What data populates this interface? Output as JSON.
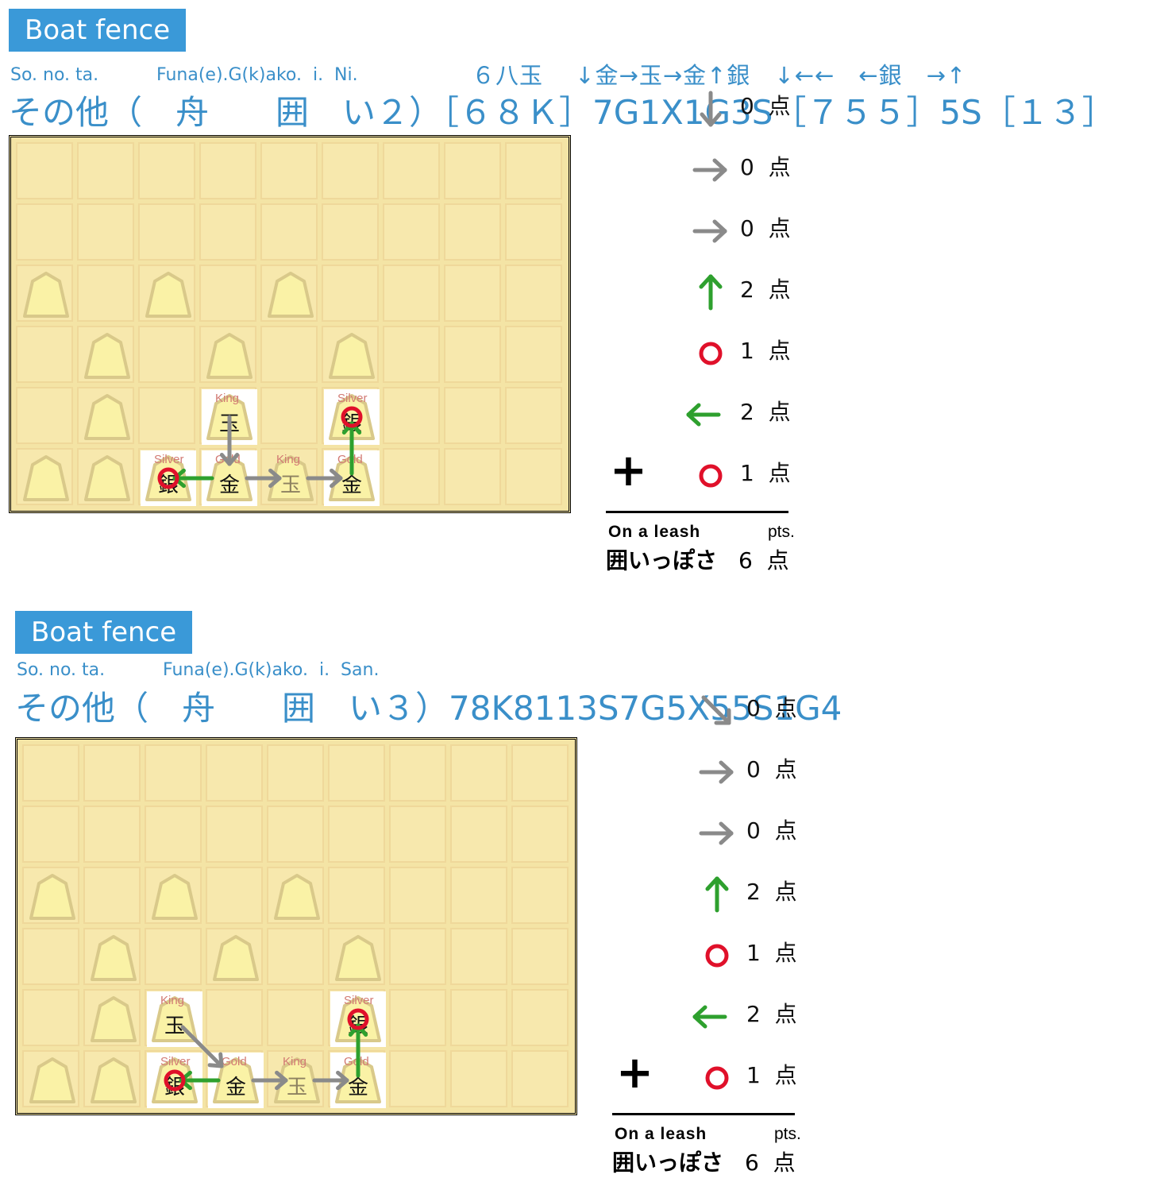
{
  "panels": [
    {
      "tag": "Boat fence",
      "roma1": "So. no. ta.",
      "roma2": "Funa(e).G(k)ako.  i.  Ni.",
      "symbols": "６八玉　 ↓金→玉→金↑銀　↓←←　←銀　→↑",
      "title": "その他（　舟　　囲　い２）［６８Ｋ］7G1X1G3S［７５５］5S［１３］",
      "labels": {
        "king": "King",
        "gold": "Gold",
        "silver": "Silver"
      },
      "kanji": {
        "king": "玉",
        "gold": "金",
        "silver": "銀"
      },
      "scores": [
        {
          "icon": "down-arrow",
          "value": "0",
          "unit": "点"
        },
        {
          "icon": "right-arrow",
          "value": "0",
          "unit": "点"
        },
        {
          "icon": "right-arrow",
          "value": "0",
          "unit": "点"
        },
        {
          "icon": "up-arrow",
          "value": "2",
          "unit": "点"
        },
        {
          "icon": "circle",
          "value": "1",
          "unit": "点"
        },
        {
          "icon": "left-arrow",
          "value": "2",
          "unit": "点"
        },
        {
          "icon": "circle",
          "value": "1",
          "unit": "点"
        }
      ],
      "plus": "+",
      "on_leash": "On a leash",
      "pts": "pts.",
      "total_label": "囲いっぽさ",
      "total_value": "6",
      "total_unit": "点"
    },
    {
      "tag": "Boat fence",
      "roma1": "So. no. ta.",
      "roma2": "Funa(e).G(k)ako.  i.  San.",
      "symbols": "",
      "title": "その他（　舟　　囲　い３）78K8113S7G5X55S1G4",
      "labels": {
        "king": "King",
        "gold": "Gold",
        "silver": "Silver"
      },
      "kanji": {
        "king": "玉",
        "gold": "金",
        "silver": "銀"
      },
      "scores": [
        {
          "icon": "down-right-arrow",
          "value": "0",
          "unit": "点"
        },
        {
          "icon": "right-arrow",
          "value": "0",
          "unit": "点"
        },
        {
          "icon": "right-arrow",
          "value": "0",
          "unit": "点"
        },
        {
          "icon": "up-arrow",
          "value": "2",
          "unit": "点"
        },
        {
          "icon": "circle",
          "value": "1",
          "unit": "点"
        },
        {
          "icon": "left-arrow",
          "value": "2",
          "unit": "点"
        },
        {
          "icon": "circle",
          "value": "1",
          "unit": "点"
        }
      ],
      "plus": "+",
      "on_leash": "On a leash",
      "pts": "pts.",
      "total_label": "囲いっぽさ",
      "total_value": "6",
      "total_unit": "点"
    }
  ],
  "colors": {
    "accent": "#3a99d8",
    "board": "#f7e8ad",
    "arrow_gray": "#8a8a8a",
    "arrow_green": "#2ea02e",
    "circle_red": "#e0102a"
  }
}
